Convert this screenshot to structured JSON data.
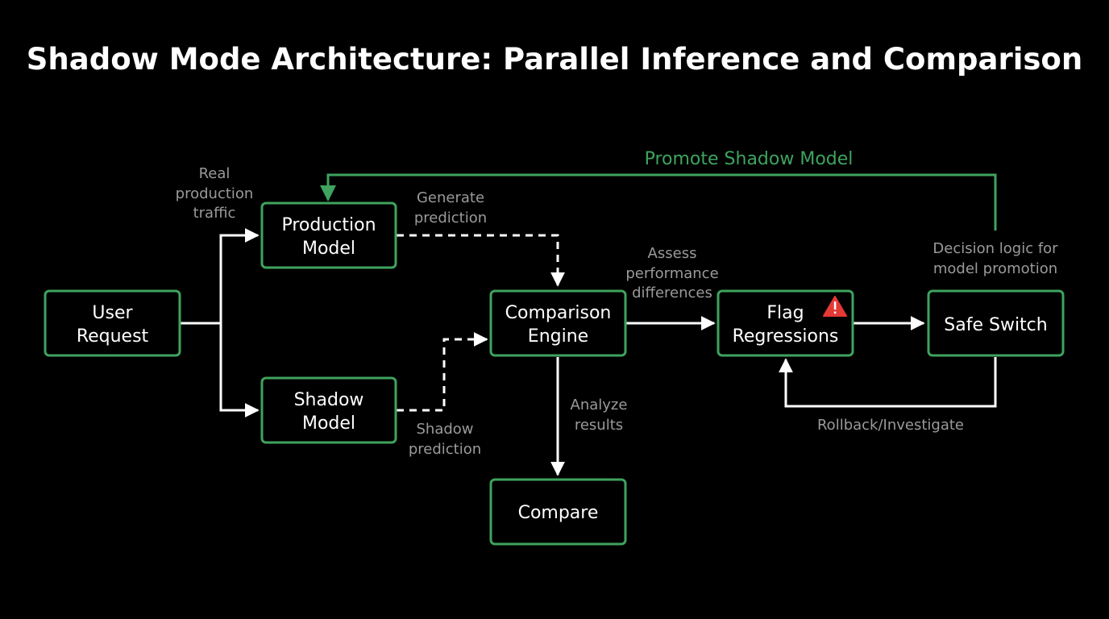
{
  "title": "Shadow Mode Architecture: Parallel Inference and Comparison",
  "colors": {
    "background": "#000000",
    "node_border": "#3fa35e",
    "promote_arrow": "#3fa35e",
    "warning_icon": "#e53935",
    "annotation_text": "#9a9a9a"
  },
  "nodes": {
    "user_request": {
      "line1": "User",
      "line2": "Request"
    },
    "production_model": {
      "line1": "Production",
      "line2": "Model"
    },
    "shadow_model": {
      "line1": "Shadow",
      "line2": "Model"
    },
    "comparison_engine": {
      "line1": "Comparison",
      "line2": "Engine"
    },
    "flag_regressions": {
      "line1": "Flag",
      "line2": "Regressions",
      "icon": "warning-triangle-icon"
    },
    "safe_switch": {
      "line1": "Safe Switch"
    },
    "compare": {
      "line1": "Compare"
    }
  },
  "edge_labels": {
    "real_traffic": {
      "line1": "Real",
      "line2": "production",
      "line3": "traffic"
    },
    "generate_prediction": {
      "line1": "Generate",
      "line2": "prediction"
    },
    "shadow_prediction": {
      "line1": "Shadow",
      "line2": "prediction"
    },
    "assess_performance": {
      "line1": "Assess",
      "line2": "performance",
      "line3": "differences"
    },
    "analyze_results": {
      "line1": "Analyze",
      "line2": "results"
    },
    "decision_logic": {
      "line1": "Decision logic for",
      "line2": "model promotion"
    },
    "rollback": "Rollback/Investigate",
    "promote": "Promote Shadow Model"
  }
}
